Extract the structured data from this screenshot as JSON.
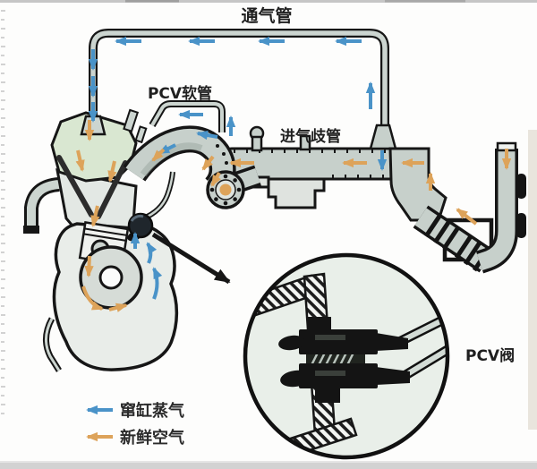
{
  "diagram": {
    "labels": {
      "vent_pipe": "通气管",
      "pcv_hose": "PCV软管",
      "intake_manifold": "进气歧管",
      "pcv_valve": "PCV阀"
    },
    "legend": {
      "items": [
        {
          "name": "blowby-vapor",
          "label": "窜缸蒸气",
          "color": "#4a93c8",
          "icon": "left-arrow"
        },
        {
          "name": "fresh-air",
          "label": "新鲜空气",
          "color": "#dda35a",
          "icon": "left-arrow"
        }
      ]
    },
    "colors": {
      "blowby_blue": "#4a93c8",
      "fresh_air_orange": "#dda35a",
      "pipe_fill": "#c7d0cb",
      "cover_green": "#d9e7d1",
      "circle_fill": "#e9efe9",
      "outline": "#161616"
    }
  }
}
